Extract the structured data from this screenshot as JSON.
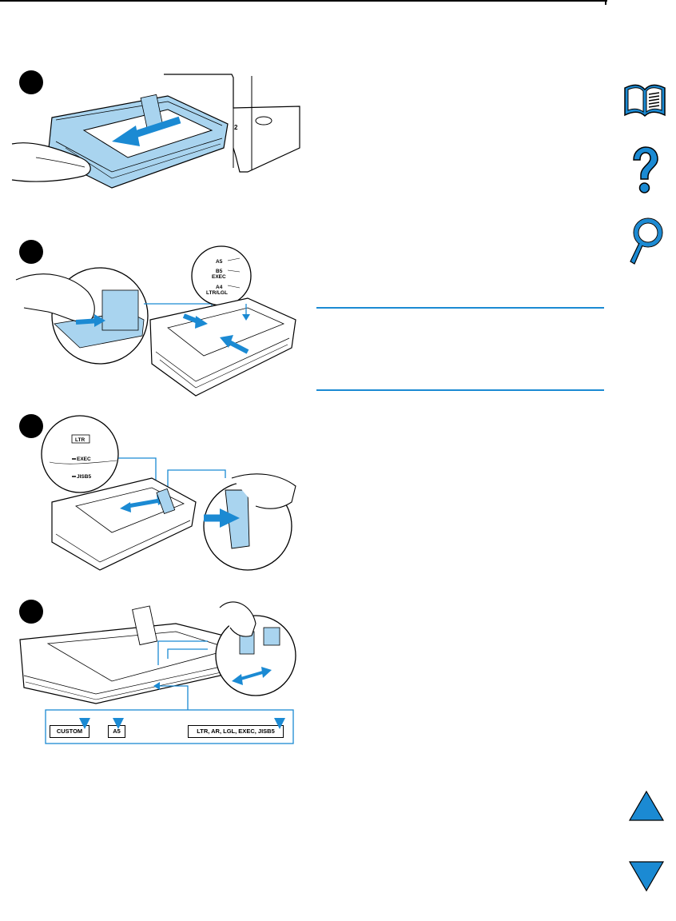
{
  "colors": {
    "accent": "#1b8ad3",
    "tray": "#a9d4ef",
    "line": "#000000"
  },
  "steps": [
    {
      "id": 1,
      "callouts": []
    },
    {
      "id": 2,
      "callouts": [
        "A5",
        "B5",
        "EXEC",
        "A4",
        "LTR/LGL"
      ]
    },
    {
      "id": 3,
      "callouts": [
        "LTR",
        "EXEC",
        "JISB5"
      ]
    },
    {
      "id": 4,
      "callouts": [
        "CUSTOM",
        "A5",
        "LTR, AR, LGL, EXEC, JISB5"
      ]
    }
  ],
  "tray_number": "2",
  "nav_icons": [
    "book-icon",
    "help-icon",
    "magnifier-icon",
    "up-arrow-icon",
    "down-arrow-icon"
  ]
}
